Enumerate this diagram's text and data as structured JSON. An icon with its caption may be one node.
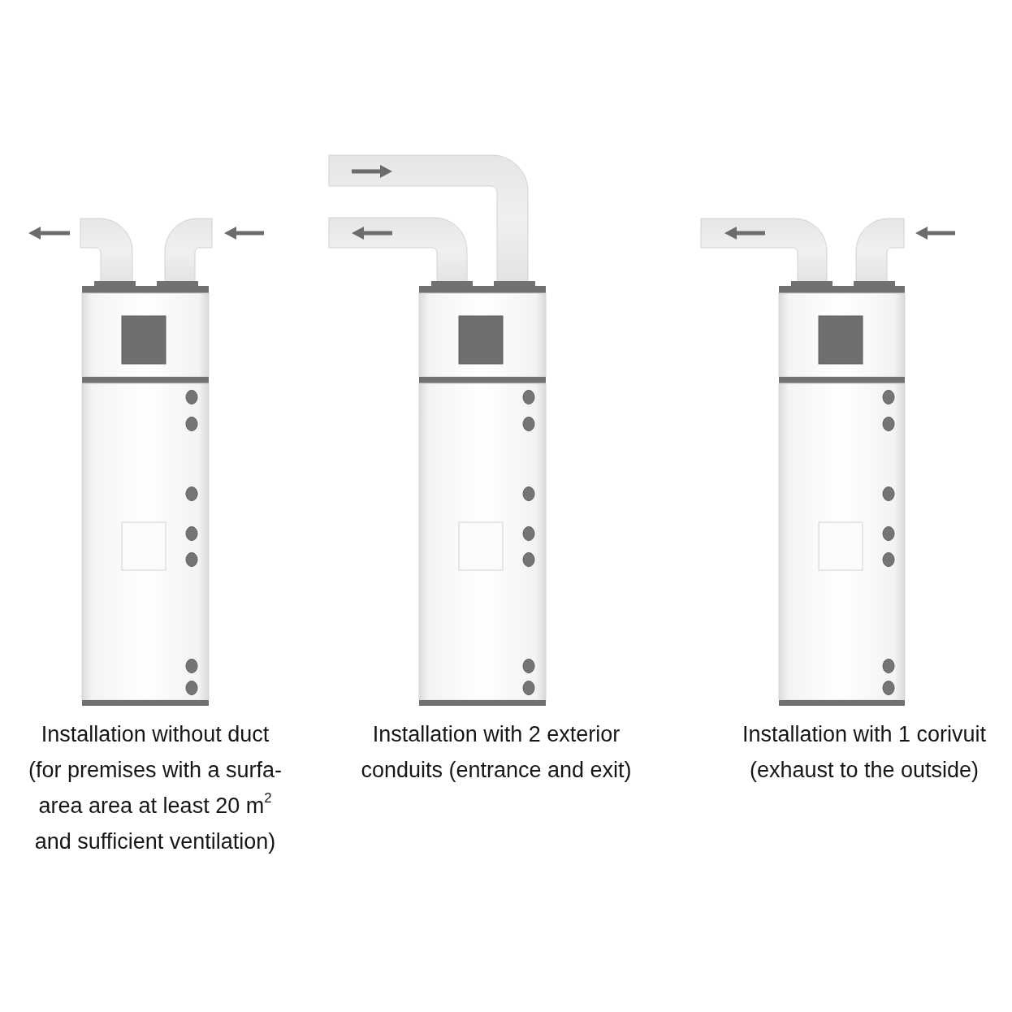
{
  "diagram": {
    "labels": [
      "Installation without duct (for premises with a surfa- area area at least 20 m$^{2}$ and sufficient ventilation)",
      "Installation with 2 exterior conduits (entrance and exit)",
      "Installation with 1 corivuit (exhaust to the outside)"
    ]
  }
}
